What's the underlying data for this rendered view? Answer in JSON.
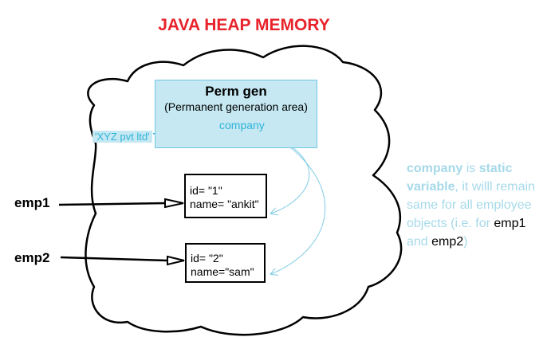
{
  "title": "JAVA HEAP MEMORY",
  "perm_gen": {
    "title": "Perm gen",
    "subtitle": "(Permanent generation area)",
    "variable": "company"
  },
  "constant_value": "'XYZ pvt ltd'",
  "objects": [
    {
      "ref": "emp1",
      "id_line": "id= \"1\"",
      "name_line": "name= \"ankit\""
    },
    {
      "ref": "emp2",
      "id_line": "id= \"2\"",
      "name_line": "name=\"sam\""
    }
  ],
  "note": {
    "w1": "company",
    "w2": " is ",
    "w3": "static variable",
    "w4": ", it willl remain same for all employee objects (i.e. for ",
    "w5": "emp1",
    "w6": " and ",
    "w7": "emp2",
    "w8": ")"
  },
  "colors": {
    "title": "#e8232b",
    "perm_gen_fill": "#c5e8f2",
    "cyan_text": "#2fb4da",
    "note_text": "#a6d9ea",
    "outline": "#000000"
  }
}
